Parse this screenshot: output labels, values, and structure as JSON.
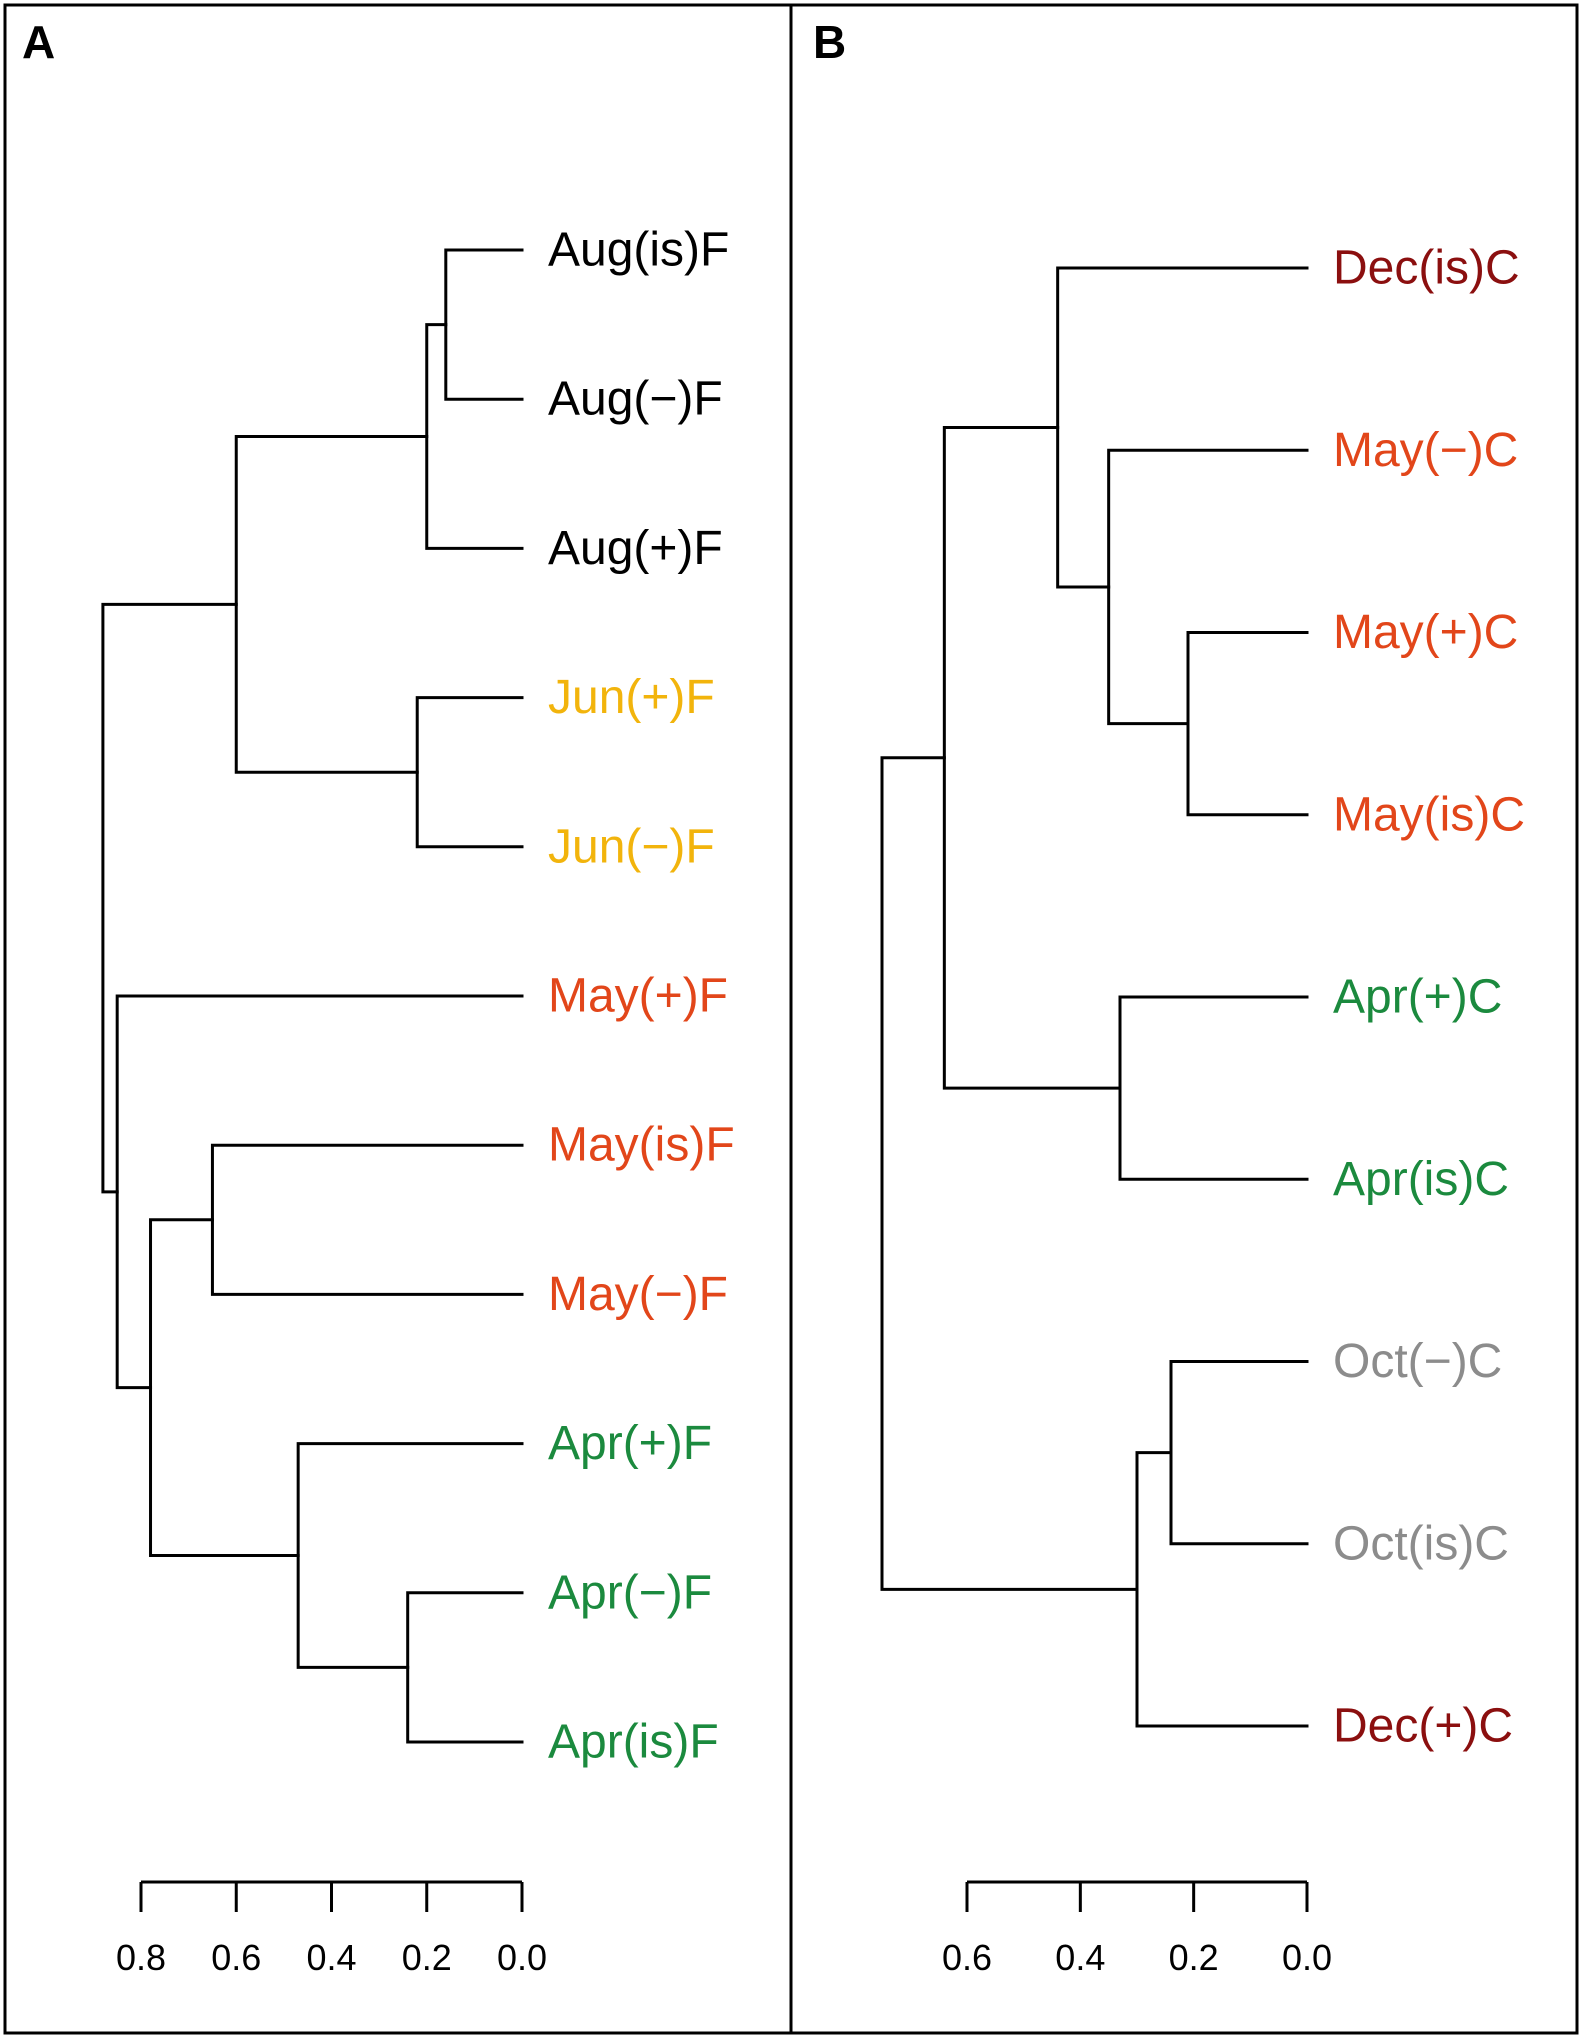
{
  "colors": {
    "Aug": "#000000",
    "Jun": "#F2B40C",
    "May": "#E2461A",
    "Apr": "#1B8A3E",
    "Dec": "#8B0F0F",
    "Oct": "#8C8C8C"
  },
  "chart_data": [
    {
      "type": "dendrogram",
      "panel": "A",
      "leaves": [
        {
          "label": "Aug(is)F",
          "group": "Aug"
        },
        {
          "label": "Aug(−)F",
          "group": "Aug"
        },
        {
          "label": "Aug(+)F",
          "group": "Aug"
        },
        {
          "label": "Jun(+)F",
          "group": "Jun"
        },
        {
          "label": "Jun(−)F",
          "group": "Jun"
        },
        {
          "label": "May(+)F",
          "group": "May"
        },
        {
          "label": "May(is)F",
          "group": "May"
        },
        {
          "label": "May(−)F",
          "group": "May"
        },
        {
          "label": "Apr(+)F",
          "group": "Apr"
        },
        {
          "label": "Apr(−)F",
          "group": "Apr"
        },
        {
          "label": "Apr(is)F",
          "group": "Apr"
        }
      ],
      "merges": [
        {
          "a": "L0",
          "b": "L1",
          "height": 0.16
        },
        {
          "a": "N0",
          "b": "L2",
          "height": 0.2
        },
        {
          "a": "L3",
          "b": "L4",
          "height": 0.22
        },
        {
          "a": "N1",
          "b": "N2",
          "height": 0.6
        },
        {
          "a": "L6",
          "b": "L7",
          "height": 0.65
        },
        {
          "a": "L9",
          "b": "L10",
          "height": 0.24
        },
        {
          "a": "L8",
          "b": "N5",
          "height": 0.47
        },
        {
          "a": "N4",
          "b": "N6",
          "height": 0.78
        },
        {
          "a": "L5",
          "b": "N7",
          "height": 0.85
        },
        {
          "a": "N3",
          "b": "N8",
          "height": 0.88
        }
      ],
      "x_ticks": [
        "0.8",
        "0.6",
        "0.4",
        "0.2",
        "0.0"
      ],
      "xlim": [
        0.8,
        0.0
      ]
    },
    {
      "type": "dendrogram",
      "panel": "B",
      "leaves": [
        {
          "label": "Dec(is)C",
          "group": "Dec"
        },
        {
          "label": "May(−)C",
          "group": "May"
        },
        {
          "label": "May(+)C",
          "group": "May"
        },
        {
          "label": "May(is)C",
          "group": "May"
        },
        {
          "label": "Apr(+)C",
          "group": "Apr"
        },
        {
          "label": "Apr(is)C",
          "group": "Apr"
        },
        {
          "label": "Oct(−)C",
          "group": "Oct"
        },
        {
          "label": "Oct(is)C",
          "group": "Oct"
        },
        {
          "label": "Dec(+)C",
          "group": "Dec"
        }
      ],
      "merges": [
        {
          "a": "L2",
          "b": "L3",
          "height": 0.21
        },
        {
          "a": "L1",
          "b": "N0",
          "height": 0.35
        },
        {
          "a": "L0",
          "b": "N1",
          "height": 0.44
        },
        {
          "a": "L4",
          "b": "L5",
          "height": 0.33
        },
        {
          "a": "N2",
          "b": "N3",
          "height": 0.64
        },
        {
          "a": "L6",
          "b": "L7",
          "height": 0.24
        },
        {
          "a": "N5",
          "b": "L8",
          "height": 0.3
        },
        {
          "a": "N4",
          "b": "N6",
          "height": 0.75
        }
      ],
      "x_ticks": [
        "0.6",
        "0.4",
        "0.2",
        "0.0"
      ],
      "xlim": [
        0.6,
        0.0
      ]
    }
  ]
}
